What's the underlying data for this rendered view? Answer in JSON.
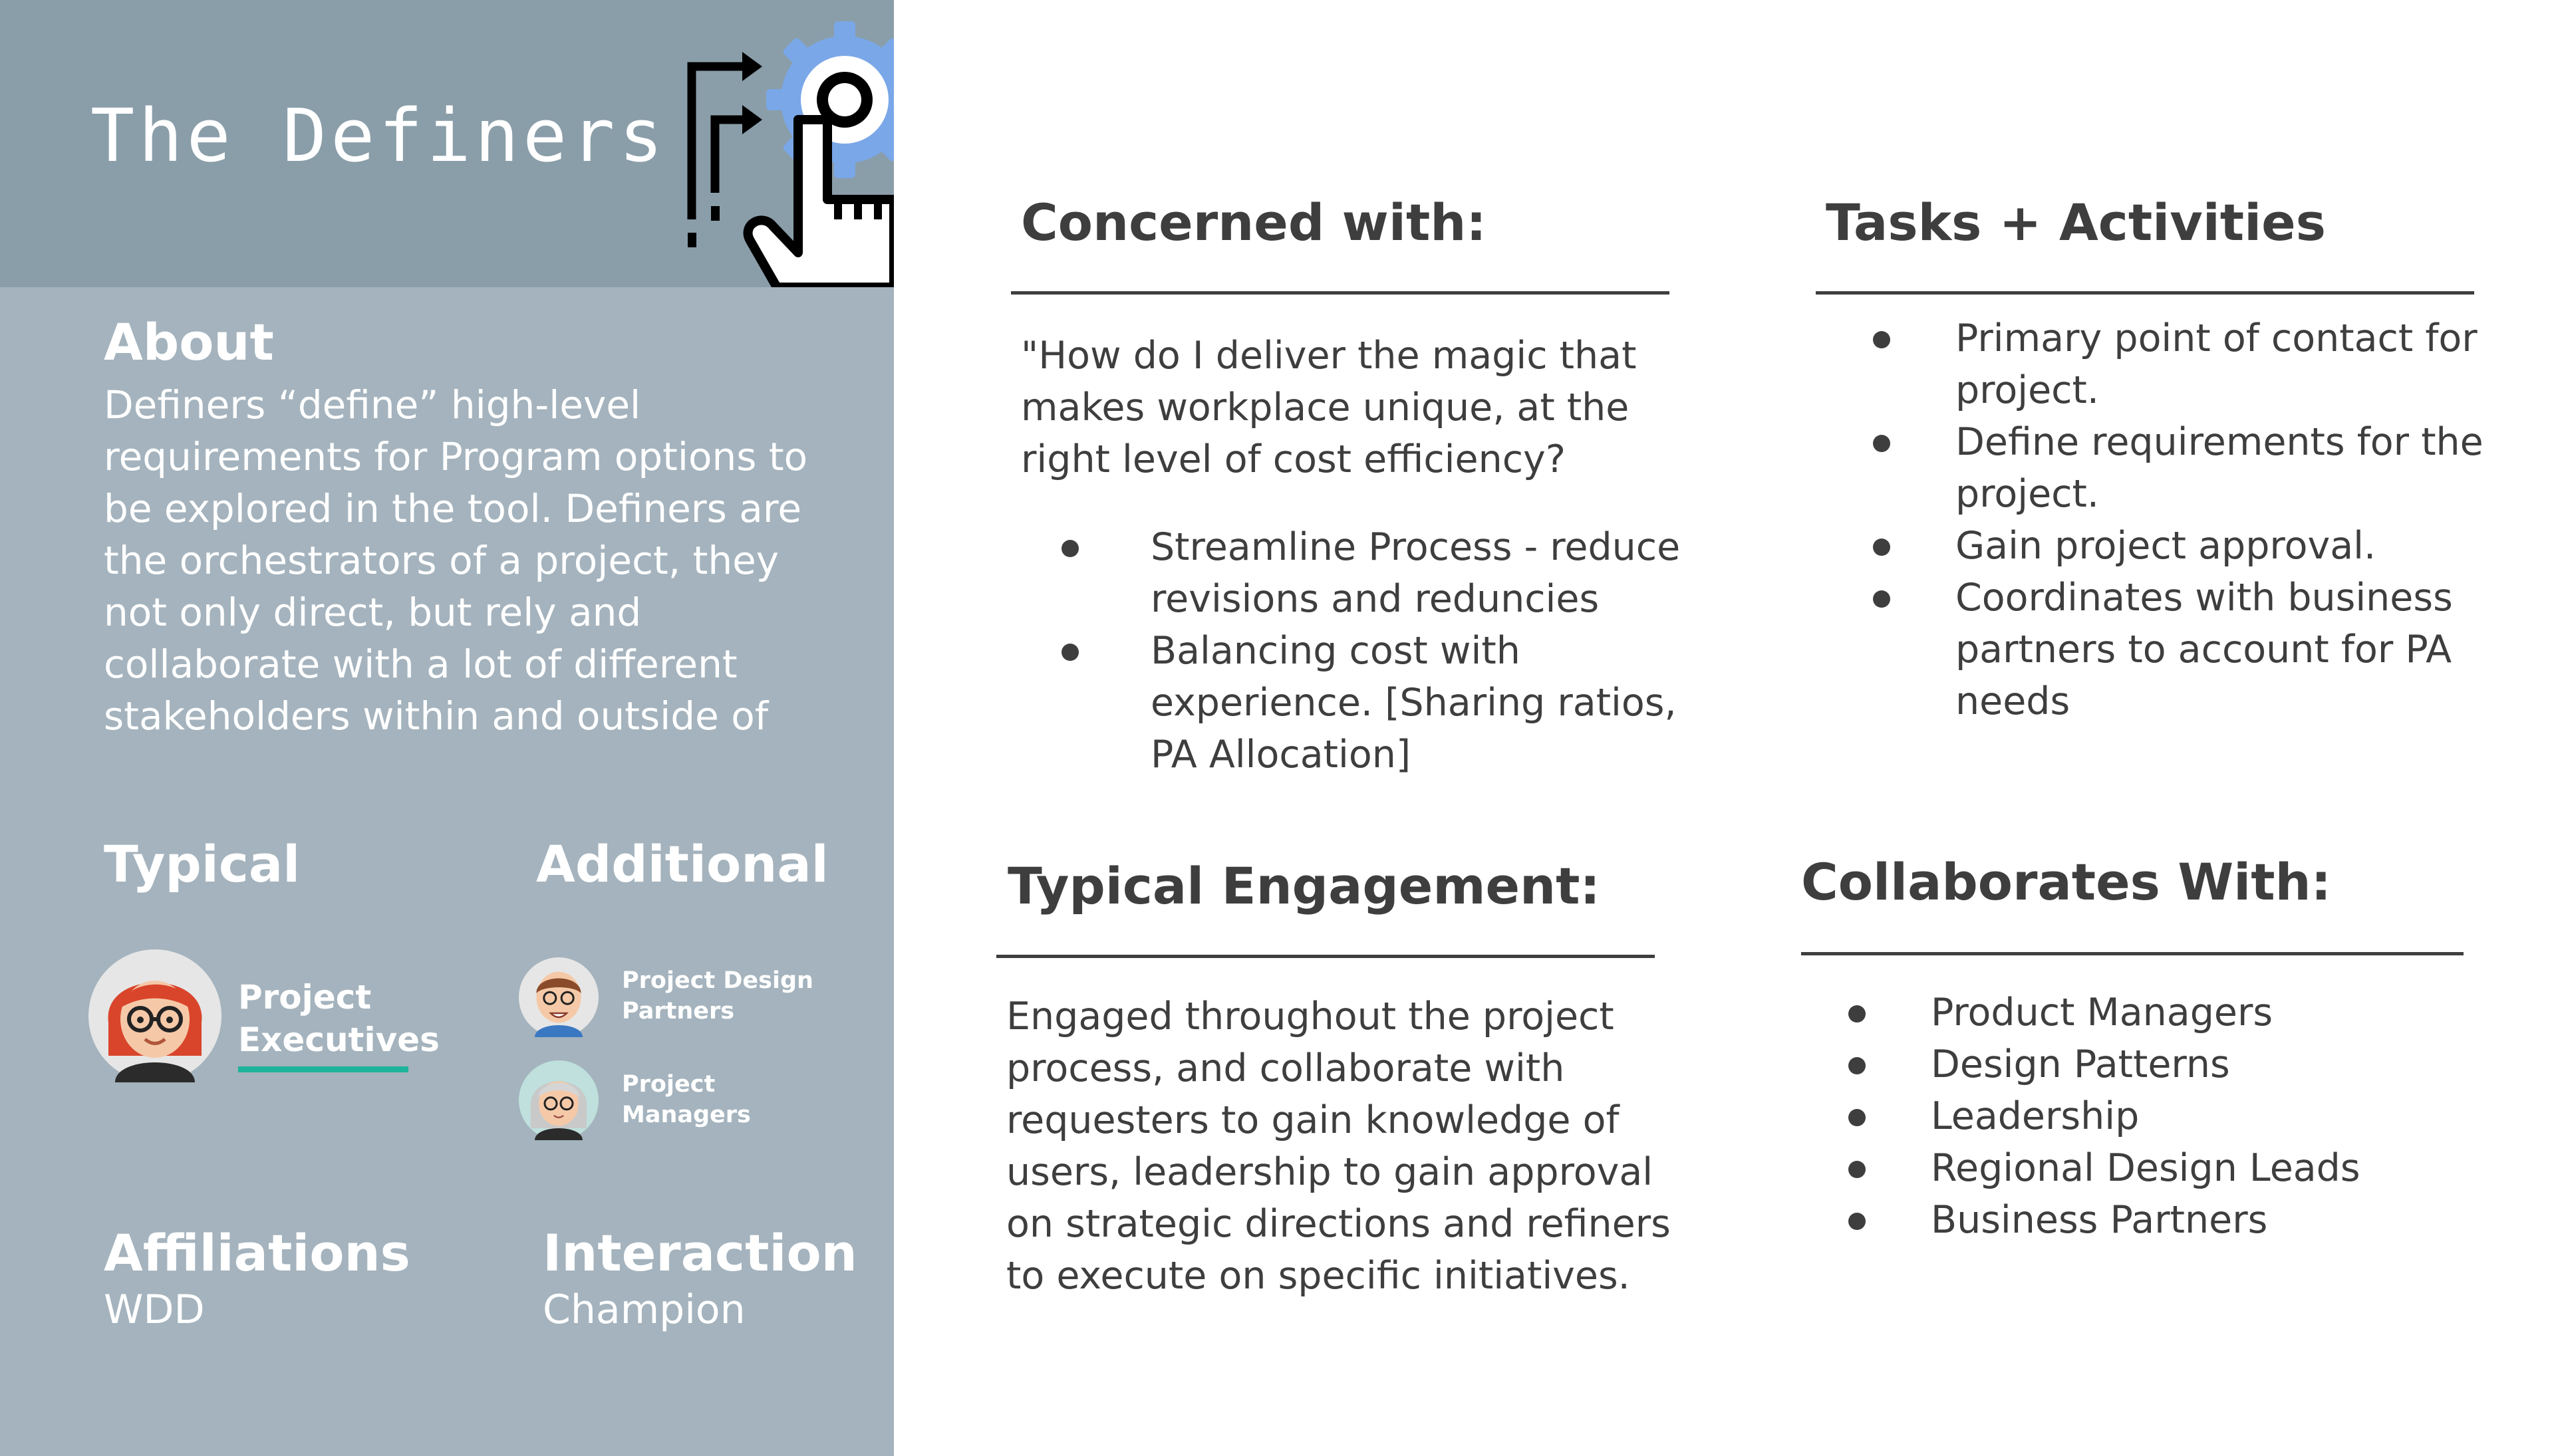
{
  "header": {
    "title": "The Definers",
    "hero_icon": "gear-hand-icon"
  },
  "about": {
    "heading": "About",
    "text": "Definers “define” high-level requirements for Program options to be explored in the tool. Definers are the orchestrators of a project, they not only direct, but rely and collaborate with a lot of different stakeholders within and outside of"
  },
  "typical": {
    "heading": "Typical",
    "persona_label": "Project Executives",
    "avatar": "red-hair-woman-avatar"
  },
  "additional": {
    "heading": "Additional",
    "personas": [
      {
        "label": "Project Design Partners",
        "avatar": "bald-man-avatar"
      },
      {
        "label": "Project Managers",
        "avatar": "grey-hair-woman-avatar"
      }
    ]
  },
  "affiliations": {
    "heading": "Affiliations",
    "value": "WDD"
  },
  "interaction": {
    "heading": "Interaction",
    "value": "Champion"
  },
  "concerned": {
    "heading": "Concerned with:",
    "quote": "\"How do I deliver the magic that makes   workplace unique, at the right level of cost efficiency?",
    "bullets": [
      "Streamline Process - reduce revisions and reduncies",
      "Balancing cost with experience. [Sharing ratios, PA Allocation]"
    ]
  },
  "tasks": {
    "heading": "Tasks + Activities",
    "bullets": [
      "Primary point of contact for project.",
      "Define requirements for the project.",
      "Gain project approval.",
      "Coordinates with business partners to account for PA needs"
    ]
  },
  "engagement": {
    "heading": "Typical Engagement:",
    "text": "Engaged throughout the project process, and collaborate with requesters to gain knowledge of users, leadership to gain approval on strategic directions and refiners to execute on specific initiatives."
  },
  "collaborates": {
    "heading": "Collaborates With:",
    "bullets": [
      "Product Managers",
      "Design Patterns",
      "Leadership",
      "Regional Design Leads",
      "Business Partners"
    ]
  },
  "colors": {
    "sidebar": "#a4b3bd",
    "header_band": "#8a9ea9",
    "accent_underline": "#1eb39b",
    "gear_blue": "#7aa7e8",
    "text_dark": "#3e3e3e"
  }
}
